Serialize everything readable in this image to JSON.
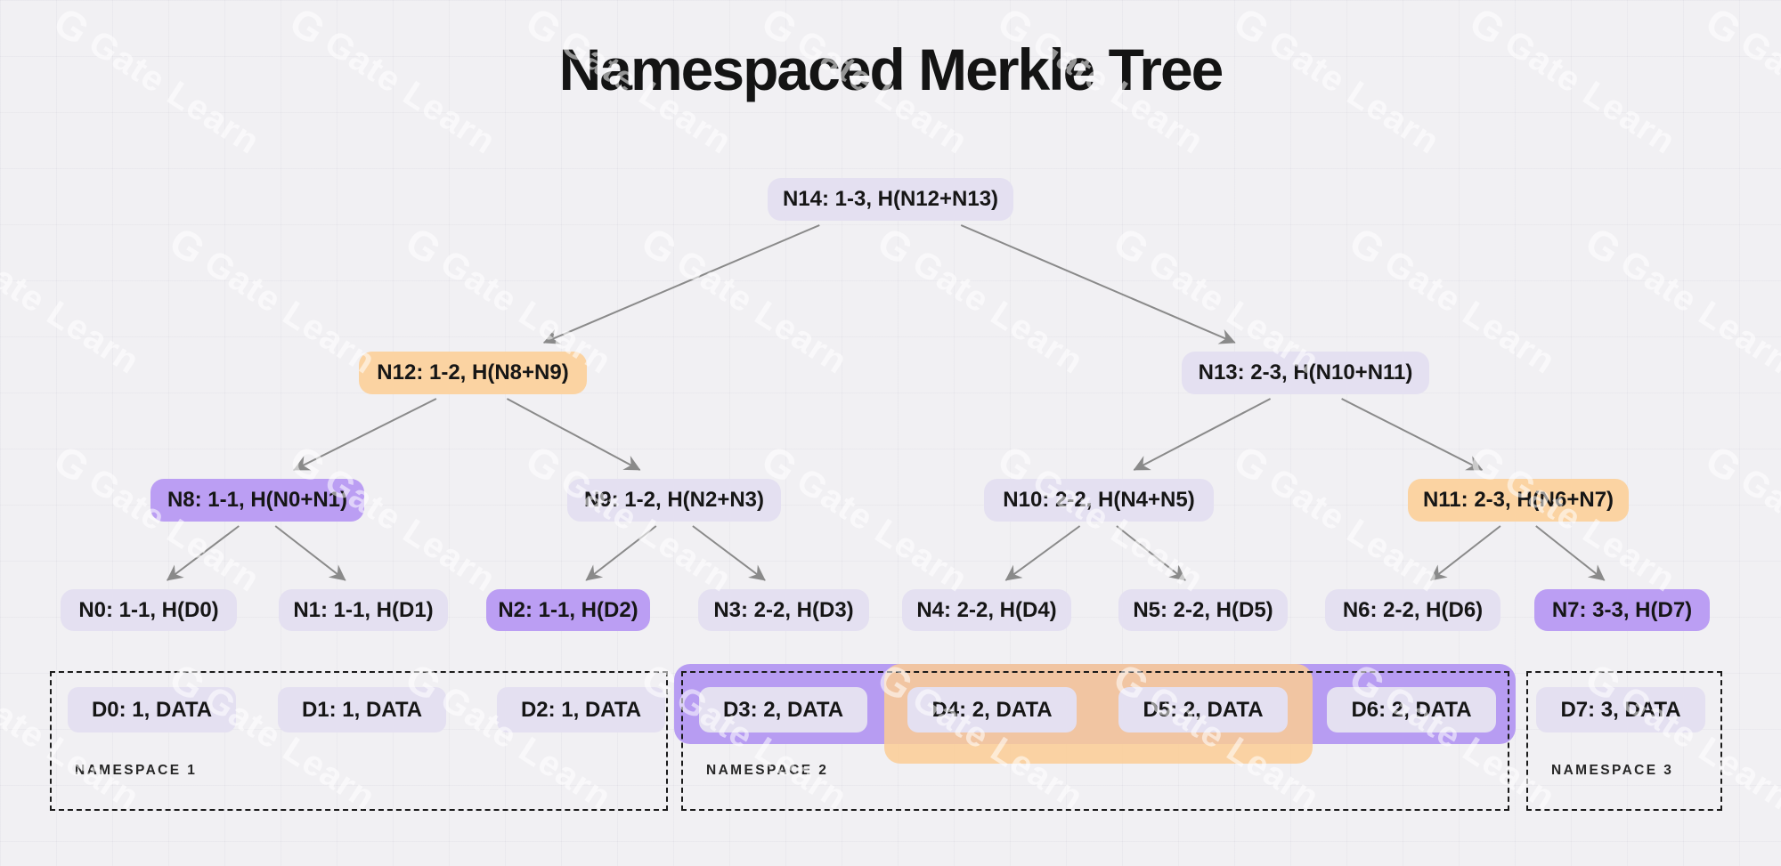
{
  "title": "Namespaced Merkle Tree",
  "watermark": {
    "logo_letter": "G",
    "text": "Gate Learn"
  },
  "colors": {
    "background": "#f1f0f3",
    "node_lavender": "#e4e0f1",
    "node_purple": "#bb9ef3",
    "node_orange": "#fbd3a2",
    "band_purple": "#b79cf2",
    "band_orange": "rgba(251,205,148,0.85)",
    "arrow": "#8a8a8a",
    "text": "#161616",
    "namespace_border": "#1b1b1b",
    "watermark": "rgba(255,255,255,0.55)"
  },
  "tree": {
    "nodes": [
      {
        "id": "N14",
        "label": "N14: 1-3, H(N12+N13)",
        "variant": "lavender"
      },
      {
        "id": "N12",
        "label": "N12: 1-2, H(N8+N9)",
        "variant": "orange"
      },
      {
        "id": "N13",
        "label": "N13: 2-3, H(N10+N11)",
        "variant": "lavender"
      },
      {
        "id": "N8",
        "label": "N8: 1-1, H(N0+N1)",
        "variant": "purple"
      },
      {
        "id": "N9",
        "label": "N9: 1-2, H(N2+N3)",
        "variant": "lavender"
      },
      {
        "id": "N10",
        "label": "N10: 2-2, H(N4+N5)",
        "variant": "lavender"
      },
      {
        "id": "N11",
        "label": "N11: 2-3, H(N6+N7)",
        "variant": "orange"
      },
      {
        "id": "N0",
        "label": "N0: 1-1, H(D0)",
        "variant": "lavender"
      },
      {
        "id": "N1",
        "label": "N1: 1-1, H(D1)",
        "variant": "lavender"
      },
      {
        "id": "N2",
        "label": "N2: 1-1, H(D2)",
        "variant": "purple"
      },
      {
        "id": "N3",
        "label": "N3: 2-2, H(D3)",
        "variant": "lavender"
      },
      {
        "id": "N4",
        "label": "N4: 2-2, H(D4)",
        "variant": "lavender"
      },
      {
        "id": "N5",
        "label": "N5: 2-2, H(D5)",
        "variant": "lavender"
      },
      {
        "id": "N6",
        "label": "N6: 2-2, H(D6)",
        "variant": "lavender"
      },
      {
        "id": "N7",
        "label": "N7: 3-3, H(D7)",
        "variant": "purple"
      }
    ],
    "edges": [
      [
        "N14",
        "N12"
      ],
      [
        "N14",
        "N13"
      ],
      [
        "N12",
        "N8"
      ],
      [
        "N12",
        "N9"
      ],
      [
        "N13",
        "N10"
      ],
      [
        "N13",
        "N11"
      ],
      [
        "N8",
        "N0"
      ],
      [
        "N8",
        "N1"
      ],
      [
        "N9",
        "N2"
      ],
      [
        "N9",
        "N3"
      ],
      [
        "N10",
        "N4"
      ],
      [
        "N10",
        "N5"
      ],
      [
        "N11",
        "N6"
      ],
      [
        "N11",
        "N7"
      ]
    ]
  },
  "data_items": [
    {
      "id": "D0",
      "label": "D0: 1, DATA",
      "variant": "lavender"
    },
    {
      "id": "D1",
      "label": "D1: 1, DATA",
      "variant": "lavender"
    },
    {
      "id": "D2",
      "label": "D2: 1, DATA",
      "variant": "lavender"
    },
    {
      "id": "D3",
      "label": "D3: 2, DATA",
      "variant": "lavender"
    },
    {
      "id": "D4",
      "label": "D4: 2, DATA",
      "variant": "lavender"
    },
    {
      "id": "D5",
      "label": "D5: 2, DATA",
      "variant": "lavender"
    },
    {
      "id": "D6",
      "label": "D6: 2, DATA",
      "variant": "lavender"
    },
    {
      "id": "D7",
      "label": "D7: 3, DATA",
      "variant": "lavender"
    }
  ],
  "namespaces": [
    {
      "label": "NAMESPACE 1",
      "members": [
        "D0",
        "D1",
        "D2"
      ]
    },
    {
      "label": "NAMESPACE 2",
      "members": [
        "D3",
        "D4",
        "D5",
        "D6"
      ]
    },
    {
      "label": "NAMESPACE 3",
      "members": [
        "D7"
      ]
    }
  ],
  "highlights": [
    {
      "name": "purple-span",
      "covers": [
        "D3",
        "D4",
        "D5",
        "D6"
      ],
      "color_key": "band_purple"
    },
    {
      "name": "orange-span",
      "covers": [
        "D4",
        "D5"
      ],
      "color_key": "band_orange"
    }
  ]
}
